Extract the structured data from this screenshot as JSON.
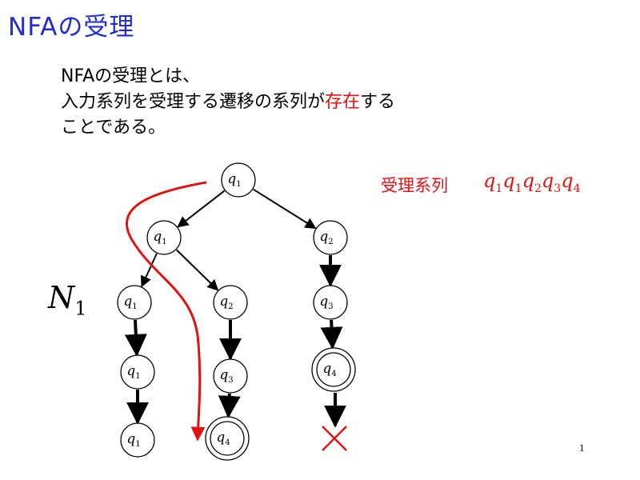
{
  "title": "NFAの受理",
  "body": {
    "line1": "NFAの受理とは、",
    "line2_before": "入力系列を受理する遷移の系列が",
    "line2_highlight": "存在",
    "line2_after": "する",
    "line3": "ことである。"
  },
  "accepting_sequence": {
    "label": "受理系列",
    "states": [
      {
        "letter": "q",
        "index": "1"
      },
      {
        "letter": "q",
        "index": "1"
      },
      {
        "letter": "q",
        "index": "2"
      },
      {
        "letter": "q",
        "index": "3"
      },
      {
        "letter": "q",
        "index": "4"
      }
    ]
  },
  "nfa_name": {
    "letter": "N",
    "index": "1"
  },
  "tree": {
    "nodes": [
      {
        "letter": "q",
        "index": "1",
        "accepting": false
      },
      {
        "letter": "q",
        "index": "1",
        "accepting": false
      },
      {
        "letter": "q",
        "index": "2",
        "accepting": false
      },
      {
        "letter": "q",
        "index": "1",
        "accepting": false
      },
      {
        "letter": "q",
        "index": "2",
        "accepting": false
      },
      {
        "letter": "q",
        "index": "3",
        "accepting": false
      },
      {
        "letter": "q",
        "index": "1",
        "accepting": false
      },
      {
        "letter": "q",
        "index": "3",
        "accepting": false
      },
      {
        "letter": "q",
        "index": "4",
        "accepting": true
      },
      {
        "letter": "q",
        "index": "1",
        "accepting": false
      },
      {
        "letter": "q",
        "index": "4",
        "accepting": true
      }
    ],
    "edges": [
      [
        0,
        1
      ],
      [
        0,
        2
      ],
      [
        1,
        3
      ],
      [
        1,
        4
      ],
      [
        2,
        5
      ],
      [
        3,
        6
      ],
      [
        4,
        7
      ],
      [
        5,
        8
      ],
      [
        6,
        9
      ],
      [
        7,
        10
      ]
    ],
    "dead_end_from": 8
  },
  "colors": {
    "title": "#1f2dd1",
    "highlight": "#e31212",
    "path": "#e31212",
    "dead_end": "#e31212"
  },
  "page_number": "1"
}
